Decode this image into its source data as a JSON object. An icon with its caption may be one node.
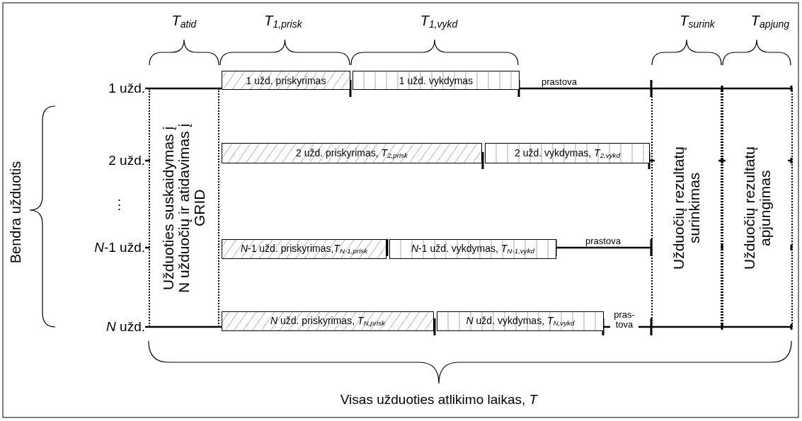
{
  "diagram": {
    "caption": "Visas užduoties atlikimo laikas, *T*",
    "nodes": [
      {
        "text": [
          "Užduoties suskaidymas į N užduočių ir atidavimas į GRID"
        ]
      },
      {
        "text": [
          "1 užd. priskyrimas"
        ]
      },
      {
        "text": [
          "1 užd. vykdymas"
        ]
      },
      {
        "text": [
          "2 užd. priskyrimas, *T*$_{2,prisk}$"
        ]
      },
      {
        "text": [
          "2 užd. vykdymas, *T*$_{2,vykd}$"
        ]
      },
      {
        "text": [
          "*N*-1 užd. priskyrimas,*T*$_{N-1,prisk}$"
        ]
      },
      {
        "text": [
          "*N*-1 užd. vykdymas, *T*$_{N-1,vykd}$"
        ]
      },
      {
        "text": [
          "*N* užd. priskyrimas, *T*$_{N,prisk}$"
        ]
      },
      {
        "text": [
          "*N* užd. vykdymas, *T*$_{N,vykd}$"
        ]
      },
      {
        "text": [
          "Užduočių rezultatų surinkimas"
        ]
      },
      {
        "text": [
          "Užduočių rezultatų apjungimas"
        ]
      }
    ],
    "labels": [
      "*T*$_{atid}$",
      "*T*$_{1,prisk}$",
      "*T*$_{1,vykd}$",
      "*T*$_{surink}$",
      "*T*$_{apjung}$",
      "Bendra užduotis",
      "1 užd.",
      "2 užd.",
      "⋮",
      "*N*-1 užd.",
      "*N* užd.",
      "prastova",
      "prastova",
      "pras- tova"
    ]
  }
}
